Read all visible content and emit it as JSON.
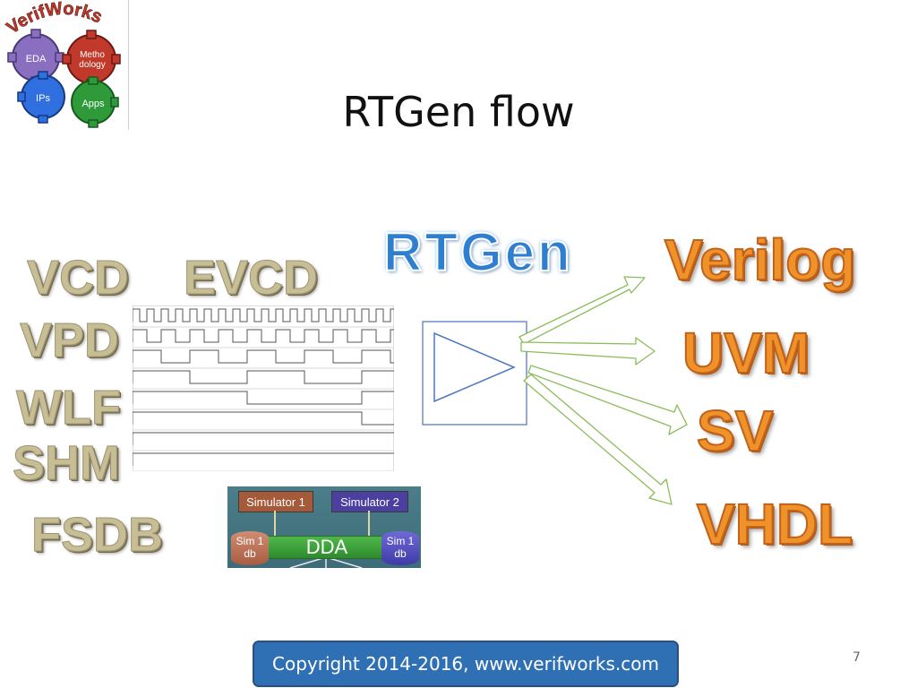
{
  "slide": {
    "title": "RTGen flow",
    "page_number": "7",
    "copyright": "Copyright 2014-2016, www.verifworks.com"
  },
  "logo": {
    "brand": "VerifWorks",
    "gears": [
      "EDA",
      "Metho dology",
      "IPs",
      "Apps"
    ],
    "gear_colors": {
      "EDA": "#8a6fc0",
      "Metho dology": "#c0392b",
      "IPs": "#2f6fe0",
      "Apps": "#2f9a3a"
    }
  },
  "inputs": {
    "formats": [
      "VCD",
      "EVCD",
      "VPD",
      "WLF",
      "SHM",
      "FSDB"
    ]
  },
  "tool": {
    "name": "RTGen"
  },
  "outputs": {
    "targets": [
      "Verilog",
      "UVM",
      "SV",
      "VHDL"
    ]
  },
  "dda_diagram": {
    "simulator_1": "Simulator 1",
    "simulator_2": "Simulator 2",
    "center": "DDA",
    "db_left": "Sim 1 db",
    "db_right": "Sim 1 db"
  },
  "colors": {
    "input_text": "#c8be96",
    "tool_text": "#2f7fd0",
    "output_text": "#f0922a",
    "arrow_stroke": "#8cbc5a",
    "copyright_bg": "#2f6fb3"
  }
}
